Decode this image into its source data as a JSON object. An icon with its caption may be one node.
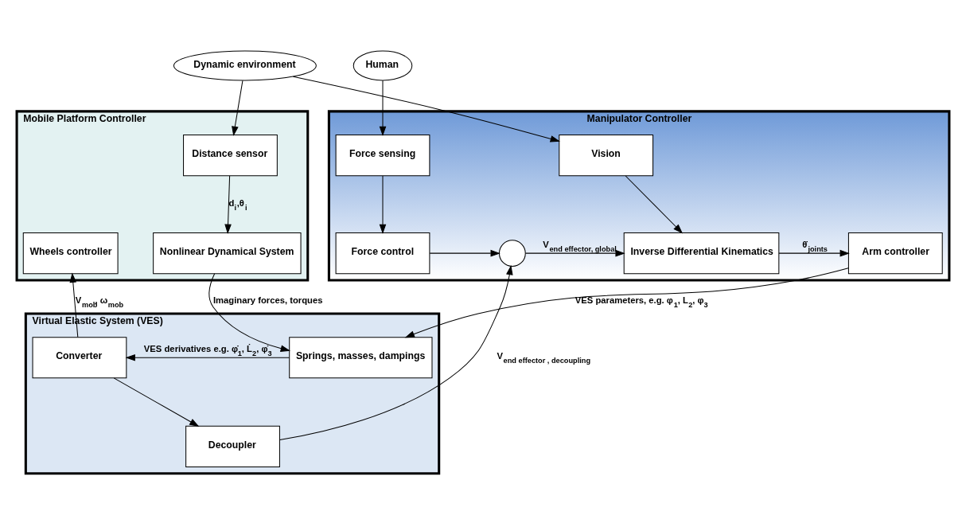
{
  "diagram": {
    "nodes": [
      {
        "text": [
          "Dynamic environment"
        ]
      },
      {
        "text": [
          "Human"
        ]
      },
      {
        "text": [
          "Mobile Platform Controller"
        ]
      },
      {
        "text": [
          "Distance sensor"
        ],
        "in": 2
      },
      {
        "text": [
          "Wheels controller"
        ],
        "in": 2
      },
      {
        "text": [
          "Nonlinear Dynamical System"
        ],
        "in": 2
      },
      {
        "text": [
          "Manipulator Controller"
        ]
      },
      {
        "text": [
          "Vision"
        ],
        "in": 6
      },
      {
        "text": [
          "Force sensing"
        ],
        "in": 6
      },
      {
        "text": [
          "Arm controller"
        ],
        "in": 6
      },
      {
        "text": [
          "Inverse Differential Kinematics"
        ],
        "in": 6
      },
      {
        "text": [],
        "shape": "circle",
        "in": 6
      },
      {
        "text": [
          "Force control"
        ],
        "in": 6
      },
      {
        "text": [
          "Virtual Elastic System (VES)"
        ]
      },
      {
        "text": [
          "Springs, masses, dampings"
        ],
        "in": 13
      },
      {
        "text": [
          "Converter"
        ],
        "in": 13
      },
      {
        "text": [
          "Decoupler"
        ],
        "in": 13
      }
    ],
    "edges": [
      {
        "from": 0,
        "to": 3,
        "arrow": "to"
      },
      {
        "from": 0,
        "to": 7,
        "arrow": "to"
      },
      {
        "from": 1,
        "to": 8,
        "arrow": "to"
      },
      {
        "from": 3,
        "to": 5,
        "arrow": "to",
        "label": "d$_{i}$,θ$_{i}$"
      },
      {
        "from": 7,
        "to": 10,
        "arrow": "to"
      },
      {
        "from": 8,
        "to": 12,
        "arrow": "to"
      },
      {
        "from": 12,
        "to": 11,
        "arrow": "to"
      },
      {
        "from": 11,
        "to": 10,
        "arrow": "to",
        "label": "V$_{end effector, global}$"
      },
      {
        "from": 10,
        "to": 9,
        "arrow": "to",
        "label": "θ̇$_{joints}$"
      },
      {
        "from": 5,
        "to": 14,
        "arrow": "to",
        "label": "Imaginary forces, torques"
      },
      {
        "from": 9,
        "to": 14,
        "arrow": "to",
        "label": "VES parameters, e.g. φ$_{1}$, L$_{2}$, φ$_{3}$"
      },
      {
        "from": 14,
        "to": 15,
        "arrow": "to",
        "label": "VES derivatives e.g. φ̇$_{1}$, L̇$_{2}$, φ̇$_{3}$"
      },
      {
        "from": 15,
        "to": 4,
        "arrow": "to",
        "label": "V$_{mob}$, ω$_{mob}$"
      },
      {
        "from": 15,
        "to": 16,
        "arrow": "to"
      },
      {
        "from": 16,
        "to": 11,
        "arrow": "to",
        "label": "V$_{end effector , decoupling}$"
      }
    ]
  }
}
